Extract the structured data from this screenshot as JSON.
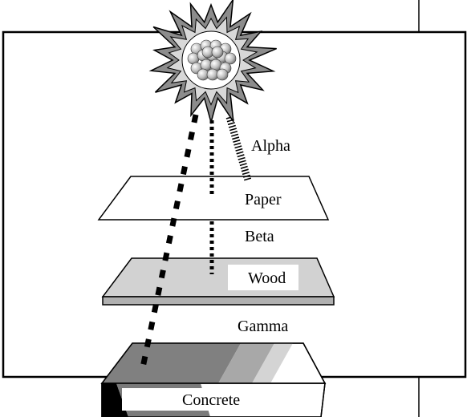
{
  "labels": {
    "alpha": "Alpha",
    "paper": "Paper",
    "beta": "Beta",
    "wood": "Wood",
    "gamma": "Gamma",
    "concrete": "Concrete"
  }
}
